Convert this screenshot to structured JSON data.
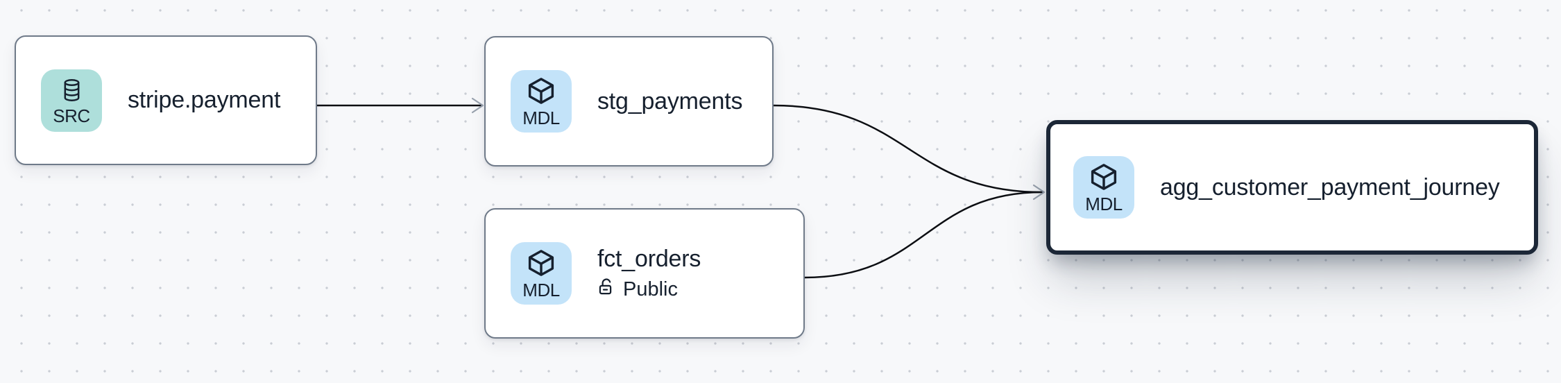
{
  "canvas": {
    "background_color": "#f7f8fa",
    "dot_color": "#c9cdd4",
    "edge_color": "#0c0e12",
    "arrow_color": "#99a2ae",
    "text_color": "#16202e",
    "node_border_color": "#6f7a89",
    "selected_node_border_color": "#1c2737"
  },
  "nodes": [
    {
      "id": "stripe.payment",
      "title": "stripe.payment",
      "type": "source",
      "badge": {
        "label": "SRC",
        "icon": "database-icon",
        "color": "#aedfdb"
      },
      "selected": false
    },
    {
      "id": "stg_payments",
      "title": "stg_payments",
      "type": "model",
      "badge": {
        "label": "MDL",
        "icon": "cube-icon",
        "color": "#c3e3f9"
      },
      "selected": false
    },
    {
      "id": "fct_orders",
      "title": "fct_orders",
      "type": "model",
      "badge": {
        "label": "MDL",
        "icon": "cube-icon",
        "color": "#c3e3f9"
      },
      "access": "Public",
      "access_icon": "lock-open-icon",
      "selected": false
    },
    {
      "id": "agg_customer_payment_journey",
      "title": "agg_customer_payment_journey",
      "type": "model",
      "badge": {
        "label": "MDL",
        "icon": "cube-icon",
        "color": "#c3e3f9"
      },
      "selected": true
    }
  ],
  "edges": [
    {
      "source": "stripe.payment",
      "target": "stg_payments"
    },
    {
      "source": "stg_payments",
      "target": "agg_customer_payment_journey"
    },
    {
      "source": "fct_orders",
      "target": "agg_customer_payment_journey"
    }
  ]
}
